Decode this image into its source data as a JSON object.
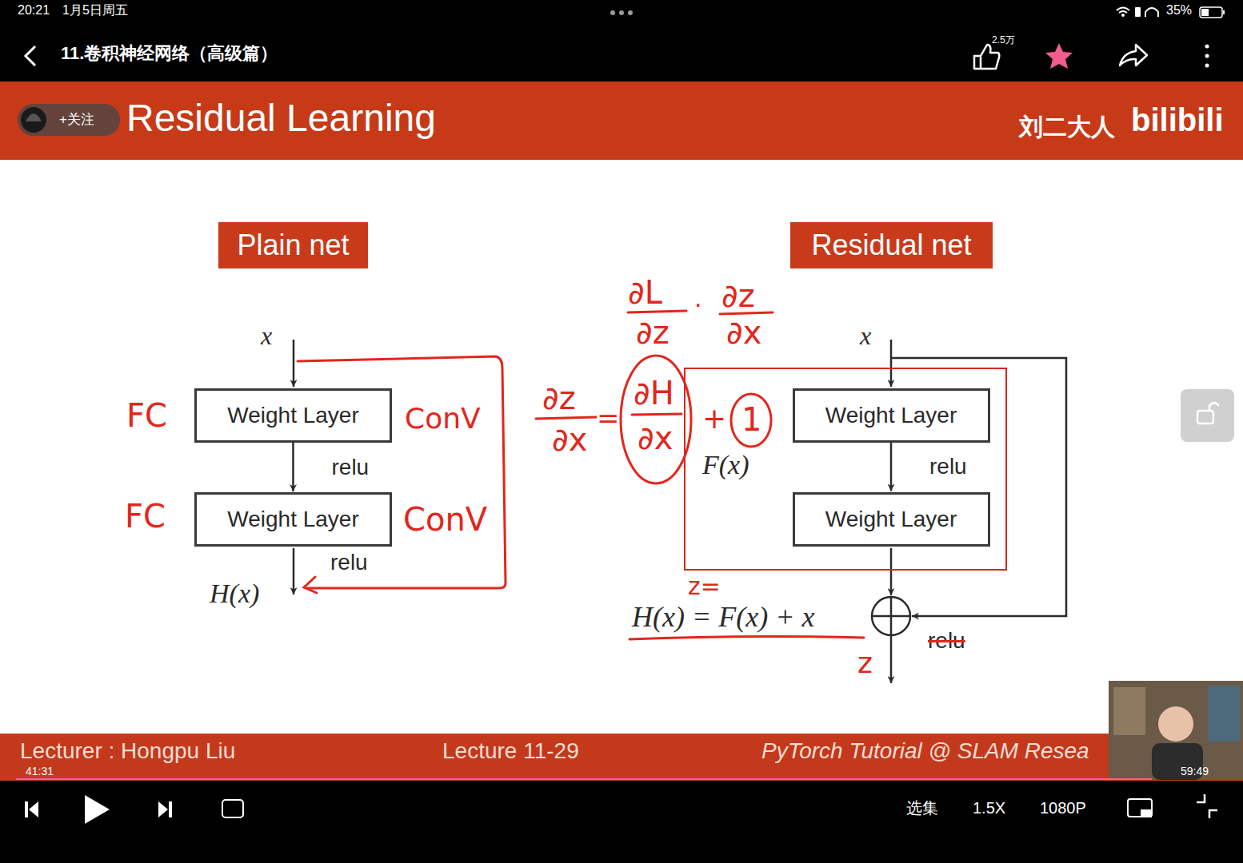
{
  "diagram": {
    "title": "Residual Learning",
    "nodes": [
      {
        "text": [
          "Plain net"
        ]
      },
      {
        "text": [
          "Residual net"
        ]
      },
      {
        "text": [
          "Weight Layer"
        ]
      },
      {
        "text": [
          "Weight Layer"
        ]
      },
      {
        "text": [
          "F(x)"
        ]
      },
      {
        "text": [
          "Weight Layer"
        ],
        "in": 4
      },
      {
        "text": [
          "Weight Layer"
        ],
        "in": 4
      }
    ],
    "edges": [
      {
        "from": 2,
        "to": 3,
        "label": "relu",
        "arrow": "to"
      },
      {
        "from": 5,
        "to": 6,
        "label": "relu",
        "arrow": "to"
      }
    ],
    "labels": [
      "20:21",
      "1月5日周五",
      "35%",
      "11.卷积神经网络（高级篇）",
      "2.5万",
      "+关注",
      "刘二大人",
      "bilibili",
      "∂L",
      "∂z",
      "·",
      "∂z",
      "∂x",
      "x",
      "x",
      "FC",
      "ConV",
      "∂z",
      "∂x",
      "=",
      "∂H",
      "∂x",
      "+",
      "1",
      "FC",
      "ConV",
      "relu",
      "H(x)",
      "z=",
      "H(x) = F(x) + x",
      "relu",
      "z",
      "Lecturer : Hongpu Liu",
      "Lecture 11-29",
      "PyTorch Tutorial @ SLAM Resea",
      "41:31",
      "59:49",
      "选集",
      "1.5X",
      "1080P"
    ]
  }
}
